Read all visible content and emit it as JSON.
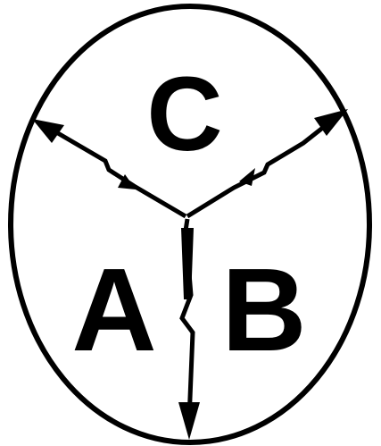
{
  "diagram": {
    "labels": {
      "top": "C",
      "bottom_left": "A",
      "bottom_right": "B"
    },
    "colors": {
      "ink": "#000000",
      "background": "#ffffff"
    },
    "connectors": [
      {
        "name": "left-arrow",
        "style": "lightning-double-arrow"
      },
      {
        "name": "right-arrow",
        "style": "lightning-double-arrow"
      },
      {
        "name": "down-arrow",
        "style": "lightning-arrow"
      }
    ]
  }
}
